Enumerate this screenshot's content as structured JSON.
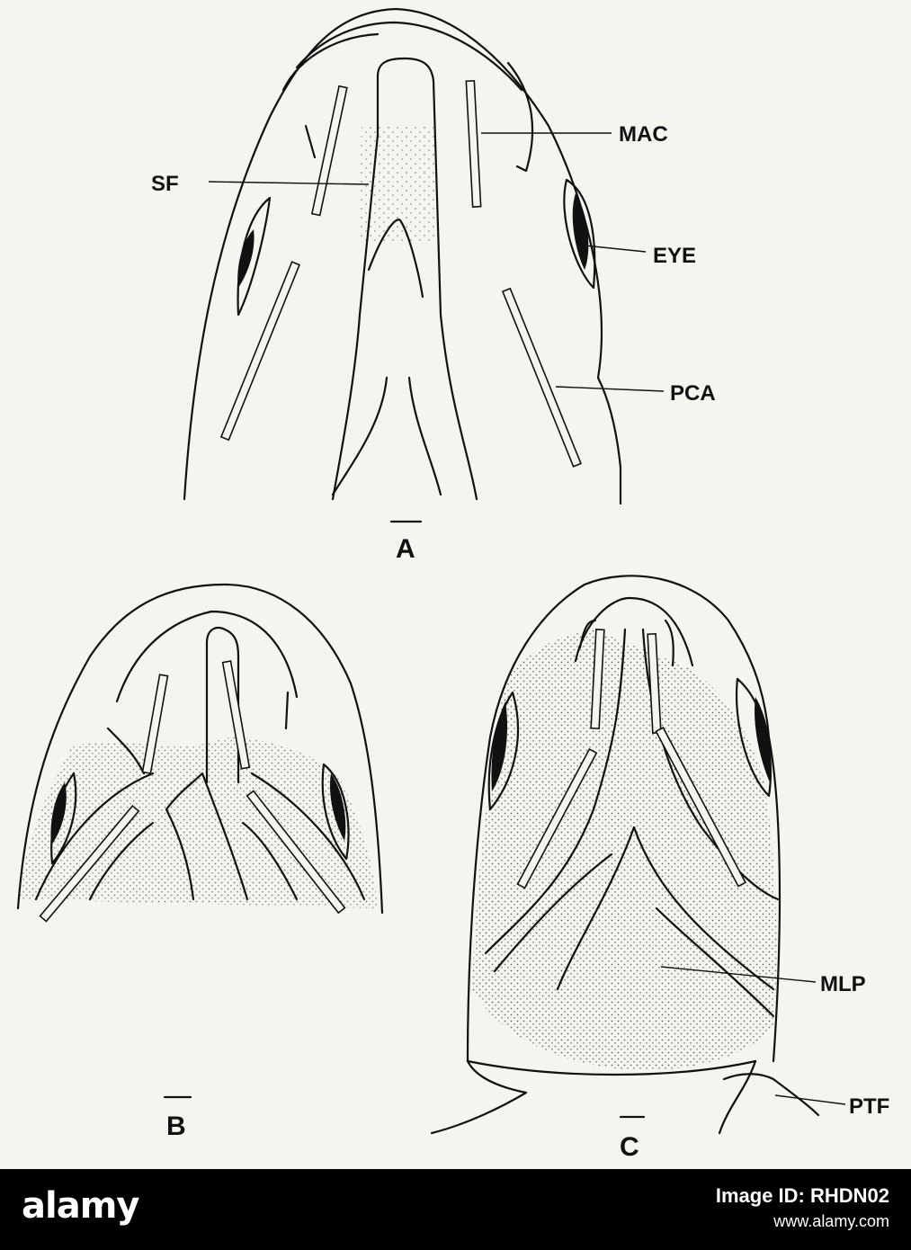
{
  "figure": {
    "labels": {
      "sf": "SF",
      "mac": "MAC",
      "eye": "EYE",
      "pca": "PCA",
      "mlp": "MLP",
      "ptf": "PTF"
    },
    "panels": {
      "a": "A",
      "b": "B",
      "c": "C"
    }
  },
  "footer": {
    "brand": "alamy",
    "image_id_label": "Image ID: RHDN02",
    "site": "www.alamy.com"
  },
  "colors": {
    "ink": "#111111",
    "paper": "#f6f4ee",
    "footer_bg": "#000000",
    "footer_text": "#ffffff"
  }
}
